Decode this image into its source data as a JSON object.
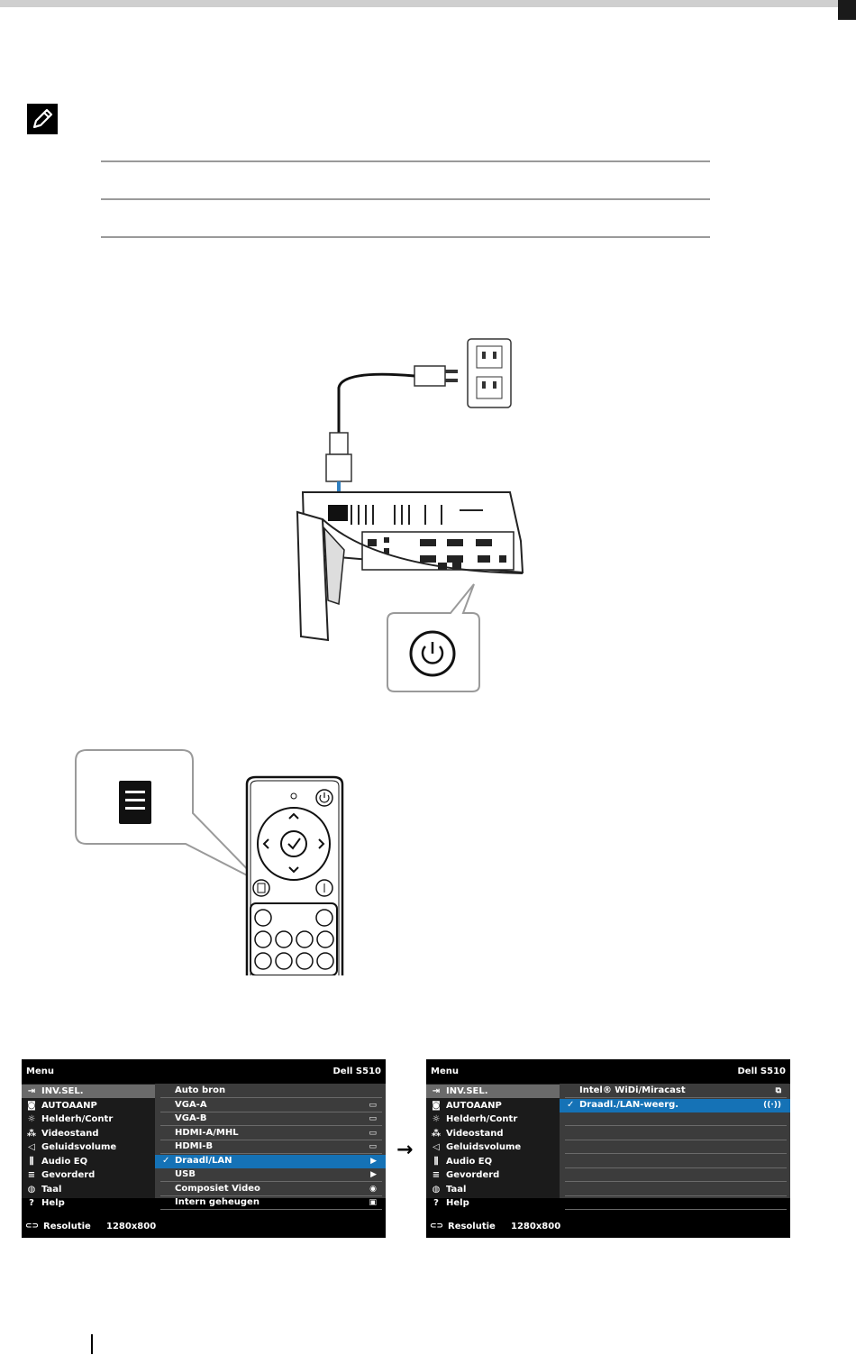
{
  "osd_left": {
    "title": "Menu",
    "model": "Dell S510",
    "left_menu": [
      {
        "icon": "⇥",
        "label": "INV.SEL.",
        "selected": true
      },
      {
        "icon": "◙",
        "label": "AUTOAANP",
        "selected": false
      },
      {
        "icon": "☼",
        "label": "Helderh/Contr",
        "selected": false
      },
      {
        "icon": "⁂",
        "label": "Videostand",
        "selected": false
      },
      {
        "icon": "◁",
        "label": "Geluidsvolume",
        "selected": false
      },
      {
        "icon": "⫼",
        "label": "Audio EQ",
        "selected": false
      },
      {
        "icon": "≡",
        "label": "Gevorderd",
        "selected": false
      },
      {
        "icon": "◍",
        "label": "Taal",
        "selected": false
      },
      {
        "icon": "?",
        "label": "Help",
        "selected": false
      }
    ],
    "right_items": [
      {
        "label": "Auto bron",
        "check": "",
        "icon": ""
      },
      {
        "label": "VGA-A",
        "check": "",
        "icon": "▭"
      },
      {
        "label": "VGA-B",
        "check": "",
        "icon": "▭"
      },
      {
        "label": "HDMI-A/MHL",
        "check": "",
        "icon": "▭"
      },
      {
        "label": "HDMI-B",
        "check": "",
        "icon": "▭"
      },
      {
        "label": "Draadl/LAN",
        "check": "✓",
        "icon": "▶",
        "selected": true
      },
      {
        "label": "USB",
        "check": "",
        "icon": "▶"
      },
      {
        "label": "Composiet Video",
        "check": "",
        "icon": "◉"
      },
      {
        "label": "Intern geheugen",
        "check": "",
        "icon": "▣"
      }
    ],
    "footer_label": "Resolutie",
    "footer_value": "1280x800"
  },
  "osd_right": {
    "title": "Menu",
    "model": "Dell S510",
    "left_menu": [
      {
        "icon": "⇥",
        "label": "INV.SEL.",
        "selected": true
      },
      {
        "icon": "◙",
        "label": "AUTOAANP",
        "selected": false
      },
      {
        "icon": "☼",
        "label": "Helderh/Contr",
        "selected": false
      },
      {
        "icon": "⁂",
        "label": "Videostand",
        "selected": false
      },
      {
        "icon": "◁",
        "label": "Geluidsvolume",
        "selected": false
      },
      {
        "icon": "⫼",
        "label": "Audio EQ",
        "selected": false
      },
      {
        "icon": "≡",
        "label": "Gevorderd",
        "selected": false
      },
      {
        "icon": "◍",
        "label": "Taal",
        "selected": false
      },
      {
        "icon": "?",
        "label": "Help",
        "selected": false
      }
    ],
    "right_items": [
      {
        "label": "Intel® WiDi/Miracast",
        "check": "",
        "icon": "⧉"
      },
      {
        "label": "Draadl./LAN-weerg.",
        "check": "✓",
        "icon": "((·))",
        "selected": true
      },
      {
        "label": "",
        "check": "",
        "icon": ""
      },
      {
        "label": "",
        "check": "",
        "icon": ""
      },
      {
        "label": "",
        "check": "",
        "icon": ""
      },
      {
        "label": "",
        "check": "",
        "icon": ""
      },
      {
        "label": "",
        "check": "",
        "icon": ""
      },
      {
        "label": "",
        "check": "",
        "icon": ""
      },
      {
        "label": "",
        "check": "",
        "icon": ""
      }
    ],
    "footer_label": "Resolutie",
    "footer_value": "1280x800"
  },
  "arrow_glyph": "→",
  "icons": {
    "note": "pencil-note-icon",
    "power": "power-icon",
    "menu": "menu-icon",
    "footer": "resolution-icon"
  }
}
